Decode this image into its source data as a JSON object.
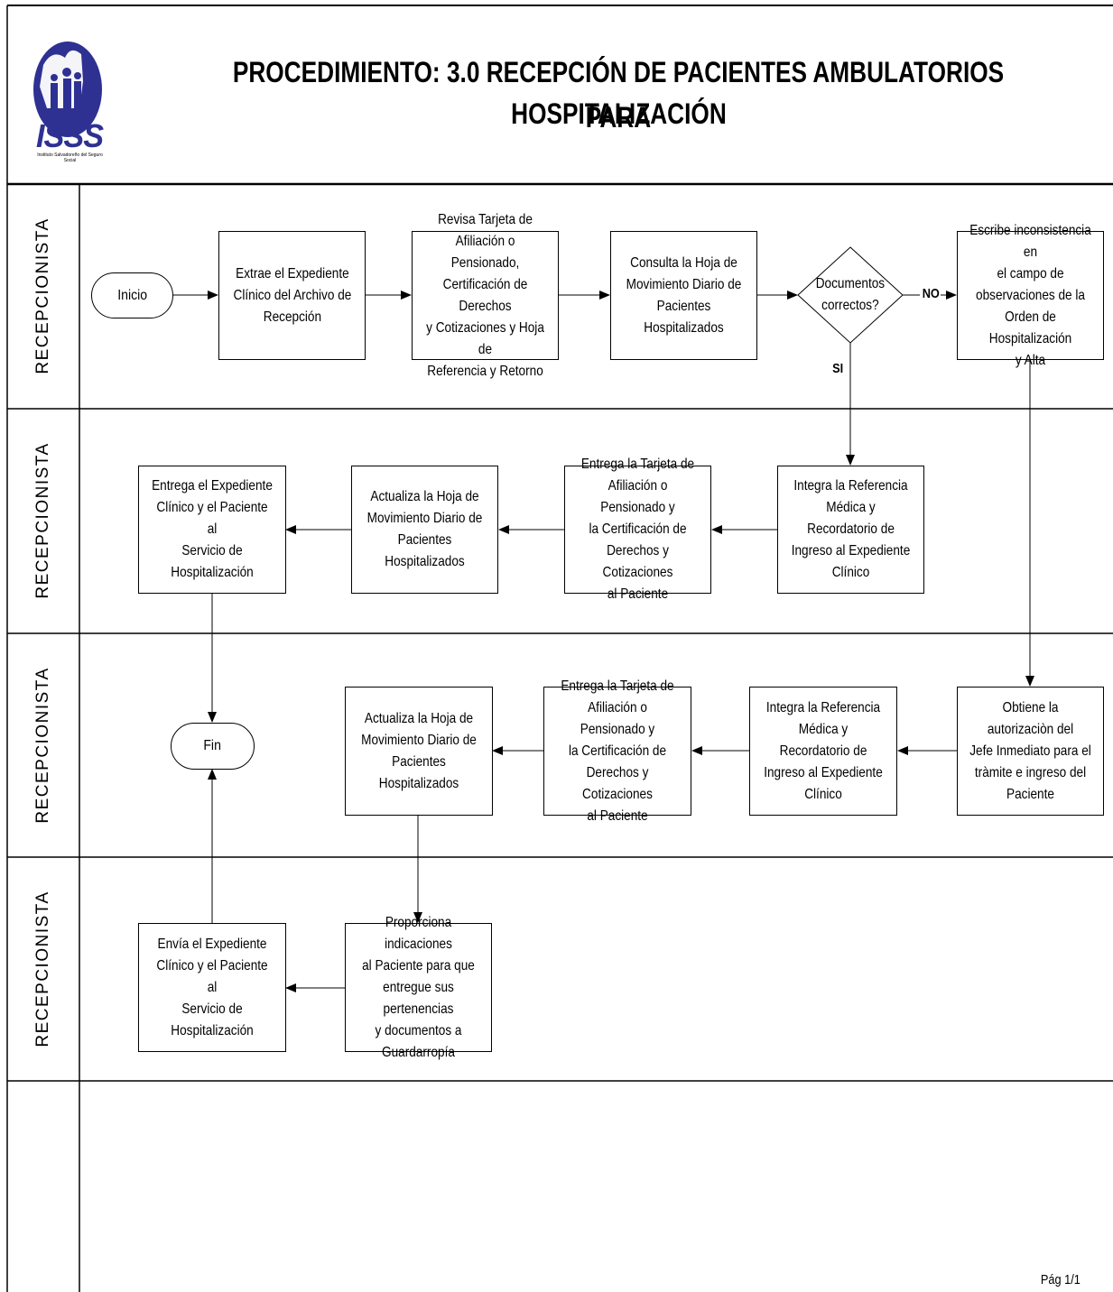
{
  "header": {
    "title_line1": "PROCEDIMIENTO: 3.0 RECEPCIÓN DE PACIENTES AMBULATORIOS PARA",
    "title_line2": "HOSPITALIZACIÓN",
    "logo_word": "ISSS",
    "logo_caption": "Instituto Salvadoreño del Seguro Social",
    "logo_color": "#2e3192"
  },
  "lanes": [
    {
      "label": "RECEPCIONISTA"
    },
    {
      "label": "RECEPCIONISTA"
    },
    {
      "label": "RECEPCIONISTA"
    },
    {
      "label": "RECEPCIONISTA"
    }
  ],
  "nodes": {
    "inicio": "Inicio",
    "extrae": "Extrae el Expediente\nClínico del Archivo de\nRecepción",
    "revisa": "Revisa Tarjeta de\nAfiliación o Pensionado,\nCertificación de Derechos\ny Cotizaciones y Hoja de\nReferencia y Retorno",
    "consulta": "Consulta la Hoja de\nMovimiento Diario de\nPacientes Hospitalizados",
    "decision": "Documentos\ncorrectos?",
    "escribe": "Escribe inconsistencia en\nel campo de\nobservaciones de la\nOrden de Hospitalización\ny Alta",
    "integra1": "Integra la Referencia\nMédica y Recordatorio de\nIngreso al Expediente\nClínico",
    "entrega_tarjeta1": "Entrega la Tarjeta de\nAfiliación o Pensionado y\nla Certificación de\nDerechos y Cotizaciones\nal Paciente",
    "actualiza1": "Actualiza la Hoja de\nMovimiento Diario de\nPacientes Hospitalizados",
    "entrega_expediente": "Entrega el Expediente\nClínico y el Paciente al\nServicio de\nHospitalización",
    "obtiene": "Obtiene la autorizaciòn del\nJefe Inmediato para el\ntràmite e ingreso del\nPaciente",
    "integra2": "Integra la Referencia\nMédica y Recordatorio de\nIngreso al Expediente\nClínico",
    "entrega_tarjeta2": "Entrega la Tarjeta de\nAfiliación o Pensionado y\nla Certificación de\nDerechos y Cotizaciones\nal Paciente",
    "actualiza2": "Actualiza la Hoja de\nMovimiento Diario de\nPacientes Hospitalizados",
    "fin": "Fin",
    "proporciona": "Proporciona indicaciones\nal Paciente para que\nentregue sus pertenencias\ny documentos a\nGuardarropía",
    "envia": "Envía el Expediente\nClínico y el Paciente al\nServicio de\nHospitalización"
  },
  "edge_labels": {
    "no": "NO",
    "si": "SI"
  },
  "footer": {
    "page": "Pág 1/1"
  }
}
